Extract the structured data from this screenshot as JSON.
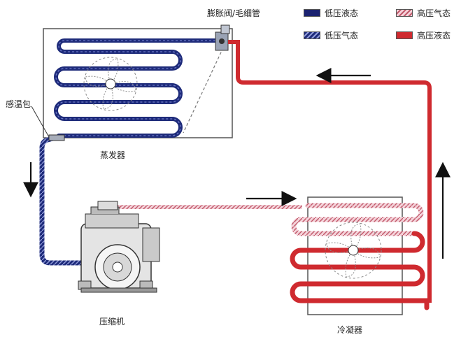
{
  "labels": {
    "expansion_valve": "膨胀阀/毛细管",
    "temp_bulb": "感温包",
    "evaporator": "蒸发器",
    "compressor": "压缩机",
    "condenser": "冷凝器"
  },
  "legend": [
    {
      "label": "低压液态",
      "style": "solid",
      "color": "#1b2270"
    },
    {
      "label": "高压气态",
      "style": "hatched",
      "color": "#d99aa8"
    },
    {
      "label": "低压气态",
      "style": "hatched",
      "color": "#2a3a8a"
    },
    {
      "label": "高压液态",
      "style": "solid",
      "color": "#cf2a2f"
    }
  ],
  "colors": {
    "low_pressure": "#1e2b7a",
    "high_pressure_liquid": "#cf2a2f",
    "high_pressure_gas": "#e6aab6",
    "frame": "#555555"
  },
  "icons": {
    "flow_arrow": "arrow-icon",
    "fan": "fan-icon"
  }
}
